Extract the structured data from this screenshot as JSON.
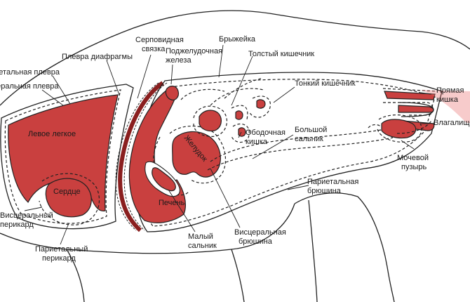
{
  "labels": {
    "parietal_pleura": "Париетальная плевра",
    "visceral_pleura": "Висцеральная плевра",
    "pleura_diaphragm": "Плевра диафрагмы",
    "falciform_ligament_1": "Серповидная",
    "falciform_ligament_2": "связка",
    "pancreas_1": "Поджелудочная",
    "pancreas_2": "железа",
    "mesentery": "Брыжейка",
    "large_intestine": "Толстый кишечник",
    "small_intestine": "Тонкий кишечник",
    "rectum_1": "Прямая",
    "rectum_2": "кишка",
    "vagina": "Влагалище",
    "left_lung": "Левое легкое",
    "heart": "Сердце",
    "liver": "Печень",
    "stomach": "Желудок",
    "colon_1": "Ободочная",
    "colon_2": "кишка",
    "greater_omentum_1": "Большой",
    "greater_omentum_2": "сальник",
    "bladder_1": "Мочевой",
    "bladder_2": "пузырь",
    "parietal_peritoneum_1": "Париетальная",
    "parietal_peritoneum_2": "брюшина",
    "visceral_pericardium_1": "Висцеральный",
    "visceral_pericardium_2": "перикард",
    "parietal_pericardium_1": "Париетальный",
    "parietal_pericardium_2": "перикард",
    "visceral_peritoneum_1": "Висцеральная",
    "visceral_peritoneum_2": "брюшина",
    "lesser_omentum_1": "Малый",
    "lesser_omentum_2": "сальник"
  },
  "colors": {
    "organ": "#c9403f",
    "line": "#222222",
    "background": "#ffffff"
  }
}
